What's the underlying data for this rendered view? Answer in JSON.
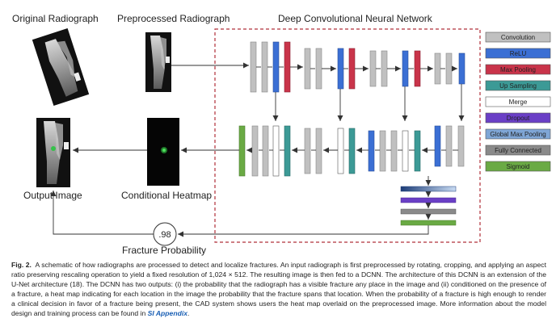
{
  "titles": {
    "original": "Original Radiograph",
    "preprocessed": "Preprocessed Radiograph",
    "dcnn": "Deep Convolutional Neural Network",
    "output": "Output Image",
    "heatmap": "Conditional Heatmap",
    "probability_label": "Fracture Probability",
    "probability_value": ".98"
  },
  "legend": [
    {
      "label": "Convolution",
      "color": "#c0c0c0",
      "text_color": "#222222"
    },
    {
      "label": "ReLU",
      "color": "#3b6fd4",
      "text_color": "#ffffff"
    },
    {
      "label": "Max Pooling",
      "color": "#c9344a",
      "text_color": "#ffffff"
    },
    {
      "label": "Up Sampling",
      "color": "#3c9a96",
      "text_color": "#ffffff"
    },
    {
      "label": "Merge",
      "color": "#ffffff",
      "text_color": "#222222"
    },
    {
      "label": "Dropout",
      "color": "#6a3fc6",
      "text_color": "#ffffff"
    },
    {
      "label": "Global Max Pooling",
      "color": "#7fa6d6",
      "text_color": "#222222"
    },
    {
      "label": "Fully Connected",
      "color": "#8a8a8a",
      "text_color": "#222222"
    },
    {
      "label": "Sigmoid",
      "color": "#6aaa44",
      "text_color": "#ffffff"
    }
  ],
  "colors": {
    "dashed_box": "#b0303a",
    "arrow": "#333333"
  },
  "caption": {
    "label": "Fig. 2.",
    "text_before_link": "A schematic of how radiographs are processed to detect and localize fractures. An input radiograph is first preprocessed by rotating, cropping, and applying an aspect ratio preserving rescaling operation to yield a fixed resolution of 1,024 × 512. The resulting image is then fed to a DCNN. The architecture of this DCNN is an extension of the U-Net architecture (18). The DCNN has two outputs: (i) the probability that the radiograph has a visible fracture any place in the image and (ii) conditioned on the presence of a fracture, a heat map indicating for each location in the image the probability that the fracture spans that location. When the probability of a fracture is high enough to render a clinical decision in favor of a fracture being present, the CAD system shows users the heat map overlaid on the preprocessed image. More information about the model design and training process can be found in",
    "link": "SI Appendix",
    "end": "."
  }
}
